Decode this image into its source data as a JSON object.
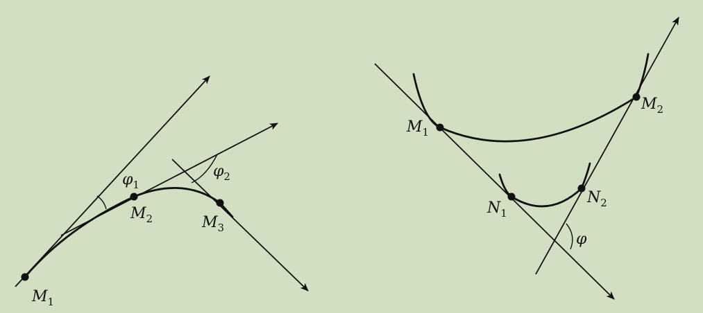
{
  "background_color": "#d3dfc3",
  "line_color": "#111111",
  "left_figure": {
    "points": [
      {
        "name": "M",
        "sub": "1"
      },
      {
        "name": "M",
        "sub": "2"
      },
      {
        "name": "M",
        "sub": "3"
      }
    ],
    "angles": [
      {
        "name": "φ",
        "sub": "1"
      },
      {
        "name": "φ",
        "sub": "2"
      }
    ]
  },
  "right_figure": {
    "points": [
      {
        "name": "M",
        "sub": "1"
      },
      {
        "name": "M",
        "sub": "2"
      },
      {
        "name": "N",
        "sub": "1"
      },
      {
        "name": "N",
        "sub": "2"
      }
    ],
    "angle": {
      "name": "φ"
    }
  }
}
